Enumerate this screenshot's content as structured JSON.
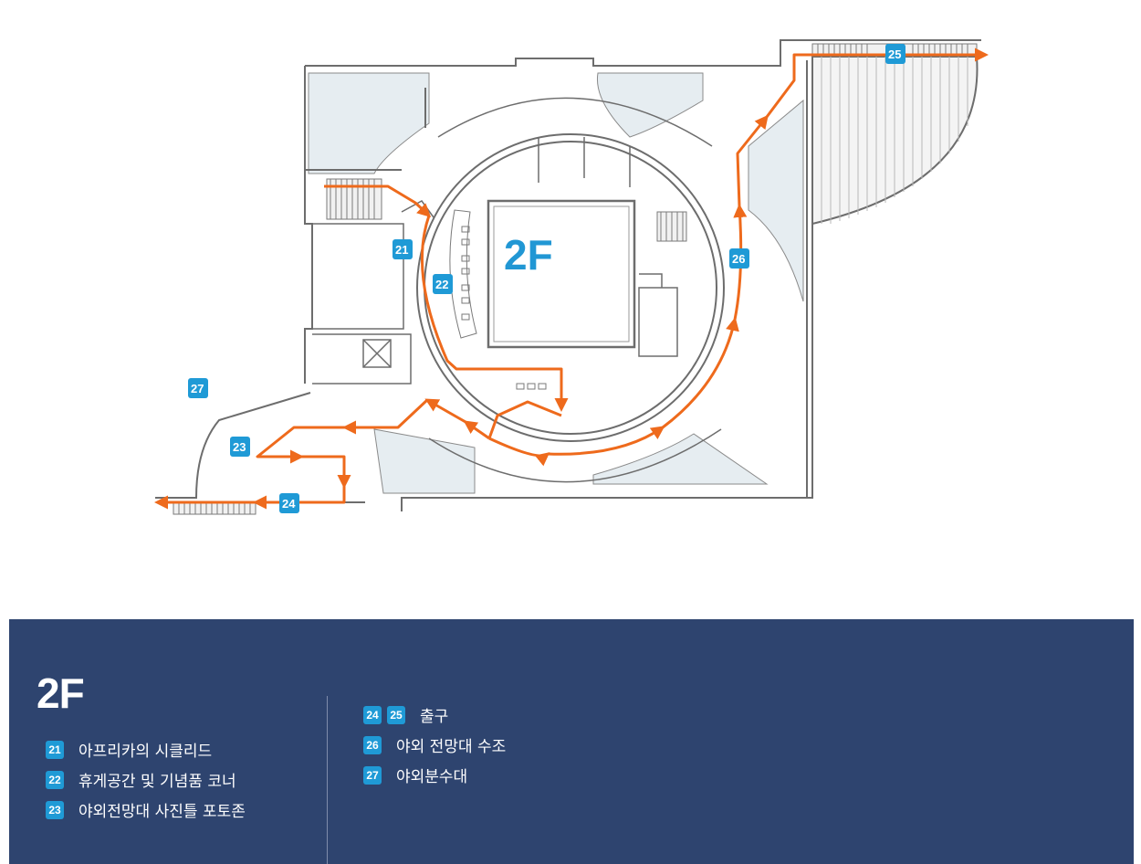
{
  "map": {
    "floor_title": "2F",
    "markers": [
      "21",
      "22",
      "23",
      "24",
      "25",
      "26",
      "27"
    ]
  },
  "legend": {
    "floor": "2F",
    "left_items": [
      {
        "badges": [
          "21"
        ],
        "label": "아프리카의 시클리드"
      },
      {
        "badges": [
          "22"
        ],
        "label": "휴게공간 및 기념품 코너"
      },
      {
        "badges": [
          "23"
        ],
        "label": "야외전망대 사진틀 포토존"
      }
    ],
    "right_items": [
      {
        "badges": [
          "24",
          "25"
        ],
        "label": "출구"
      },
      {
        "badges": [
          "26"
        ],
        "label": "야외 전망대 수조"
      },
      {
        "badges": [
          "27"
        ],
        "label": "야외분수대"
      }
    ]
  },
  "colors": {
    "route": "#ee6a1c",
    "badge": "#1f9ad6",
    "floor_title": "#2197d4",
    "panel": "#2e446f",
    "wall": "#6d6d6d",
    "hatch": "#dde7ec"
  }
}
